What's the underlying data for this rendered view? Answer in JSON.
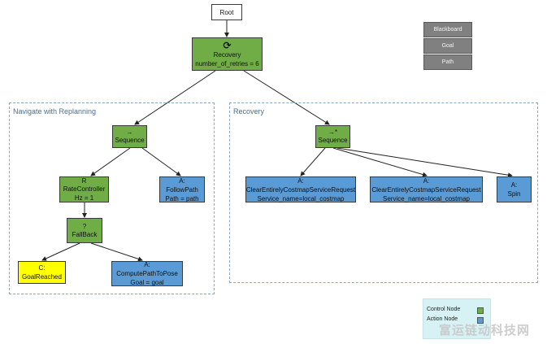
{
  "root": {
    "label": "Root"
  },
  "recovery_root": {
    "symbol": "⟳",
    "line1": "Recovery",
    "line2": "number_of_retries = 6"
  },
  "blackboard": {
    "items": [
      "Blackboard",
      "Goal",
      "Path"
    ]
  },
  "groups": {
    "navigate": {
      "label": "Navigate with Replanning"
    },
    "recovery": {
      "label": "Recovery"
    }
  },
  "nav_sequence": {
    "symbol": "→",
    "label": "Sequence"
  },
  "rate_controller": {
    "symbol": "R",
    "line1": "RateController",
    "line2": "Hz = 1"
  },
  "follow_path": {
    "line1": "A:",
    "line2": "FollowPath",
    "line3": "Path = path"
  },
  "fallback": {
    "symbol": "?",
    "label": "FallBack"
  },
  "goal_reached": {
    "line1": "C:",
    "line2": "GoalReached"
  },
  "compute_path": {
    "line1": "A:",
    "line2": "ComputePathToPose",
    "line3": "Goal = goal"
  },
  "rec_sequence": {
    "symbol": "→*",
    "label": "Sequence"
  },
  "clear1": {
    "line1": "A:",
    "line2": "ClearEntirelyCostmapServiceRequest",
    "line3": "Service_name=local_costmap"
  },
  "clear2": {
    "line1": "A:",
    "line2": "ClearEntirelyCostmapServiceRequest",
    "line3": "Service_name=local_costmap"
  },
  "spin": {
    "line1": "A:",
    "line2": "Spin"
  },
  "legend": {
    "control_label": "Control Node",
    "action_label": "Action Node"
  },
  "watermark": "富运链动科技网",
  "colors": {
    "control": "#70ad47",
    "action": "#5b9bd5",
    "condition": "#ffff00",
    "blackboard": "#808080",
    "legend_bg": "#d7f2f4"
  }
}
